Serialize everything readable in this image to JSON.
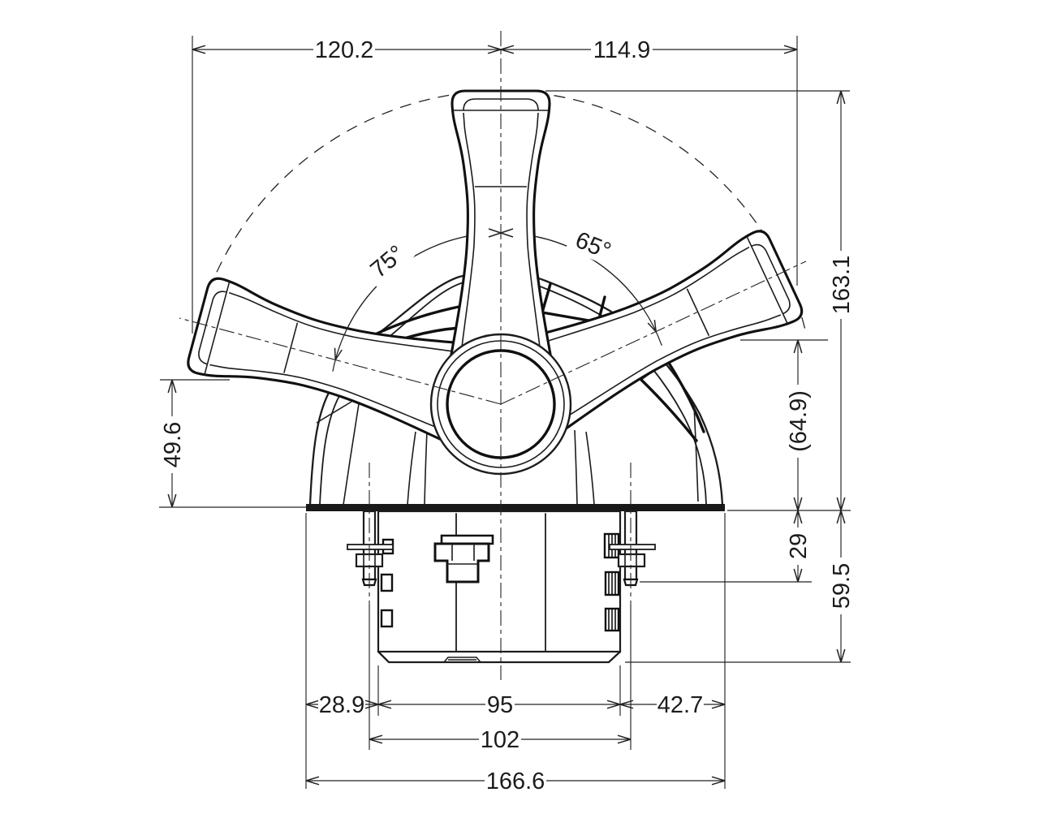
{
  "colors": {
    "line": "#1c1c1c",
    "background": "#ffffff"
  },
  "dimensions": {
    "top_left_width": "120.2",
    "top_right_width": "114.9",
    "overall_height": "163.1",
    "hub_to_base_height": "(64.9)",
    "stud_length": "29",
    "body_height": "59.5",
    "arm_to_base_height": "49.6",
    "angle_left": "75°",
    "angle_right": "65°",
    "bottom_left_offset": "28.9",
    "housing_width": "95",
    "bottom_right_offset": "42.7",
    "stud_spacing": "102",
    "overall_width": "166.6"
  }
}
